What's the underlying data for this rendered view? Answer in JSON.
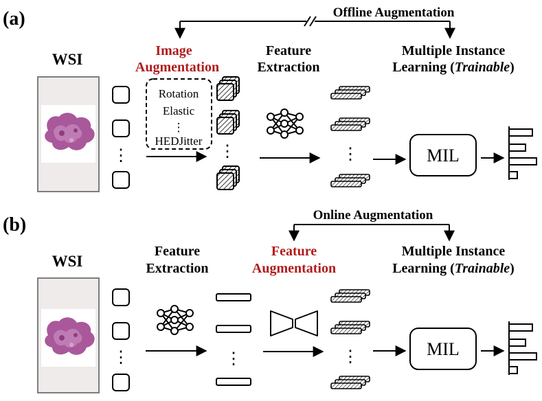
{
  "panel_a": {
    "label": "(a)",
    "wsi_title": "WSI",
    "image_aug_title_1": "Image",
    "image_aug_title_2": "Augmentation",
    "aug_list": [
      "Rotation",
      "Elastic",
      "⋮",
      "HEDJitter"
    ],
    "feature_extraction_1": "Feature",
    "feature_extraction_2": "Extraction",
    "mil_title_1": "Multiple Instance",
    "mil_title_2a": "Learning (",
    "mil_title_2b": "Trainable",
    "mil_title_2c": ")",
    "offline_label": "Offline Augmentation",
    "mil_box": "MIL",
    "dots": "⋮"
  },
  "panel_b": {
    "label": "(b)",
    "wsi_title": "WSI",
    "feature_extraction_1": "Feature",
    "feature_extraction_2": "Extraction",
    "feature_aug_1": "Feature",
    "feature_aug_2": "Augmentation",
    "mil_title_1": "Multiple Instance",
    "mil_title_2a": "Learning (",
    "mil_title_2b": "Trainable",
    "mil_title_2c": ")",
    "online_label": "Online Augmentation",
    "mil_box": "MIL",
    "dots": "⋮"
  },
  "colors": {
    "highlight": "#b01c1c",
    "ink": "#000000",
    "slide_bg": "#efebeb",
    "slide_border": "#7d7d7d",
    "tissue": "#a9589b"
  }
}
